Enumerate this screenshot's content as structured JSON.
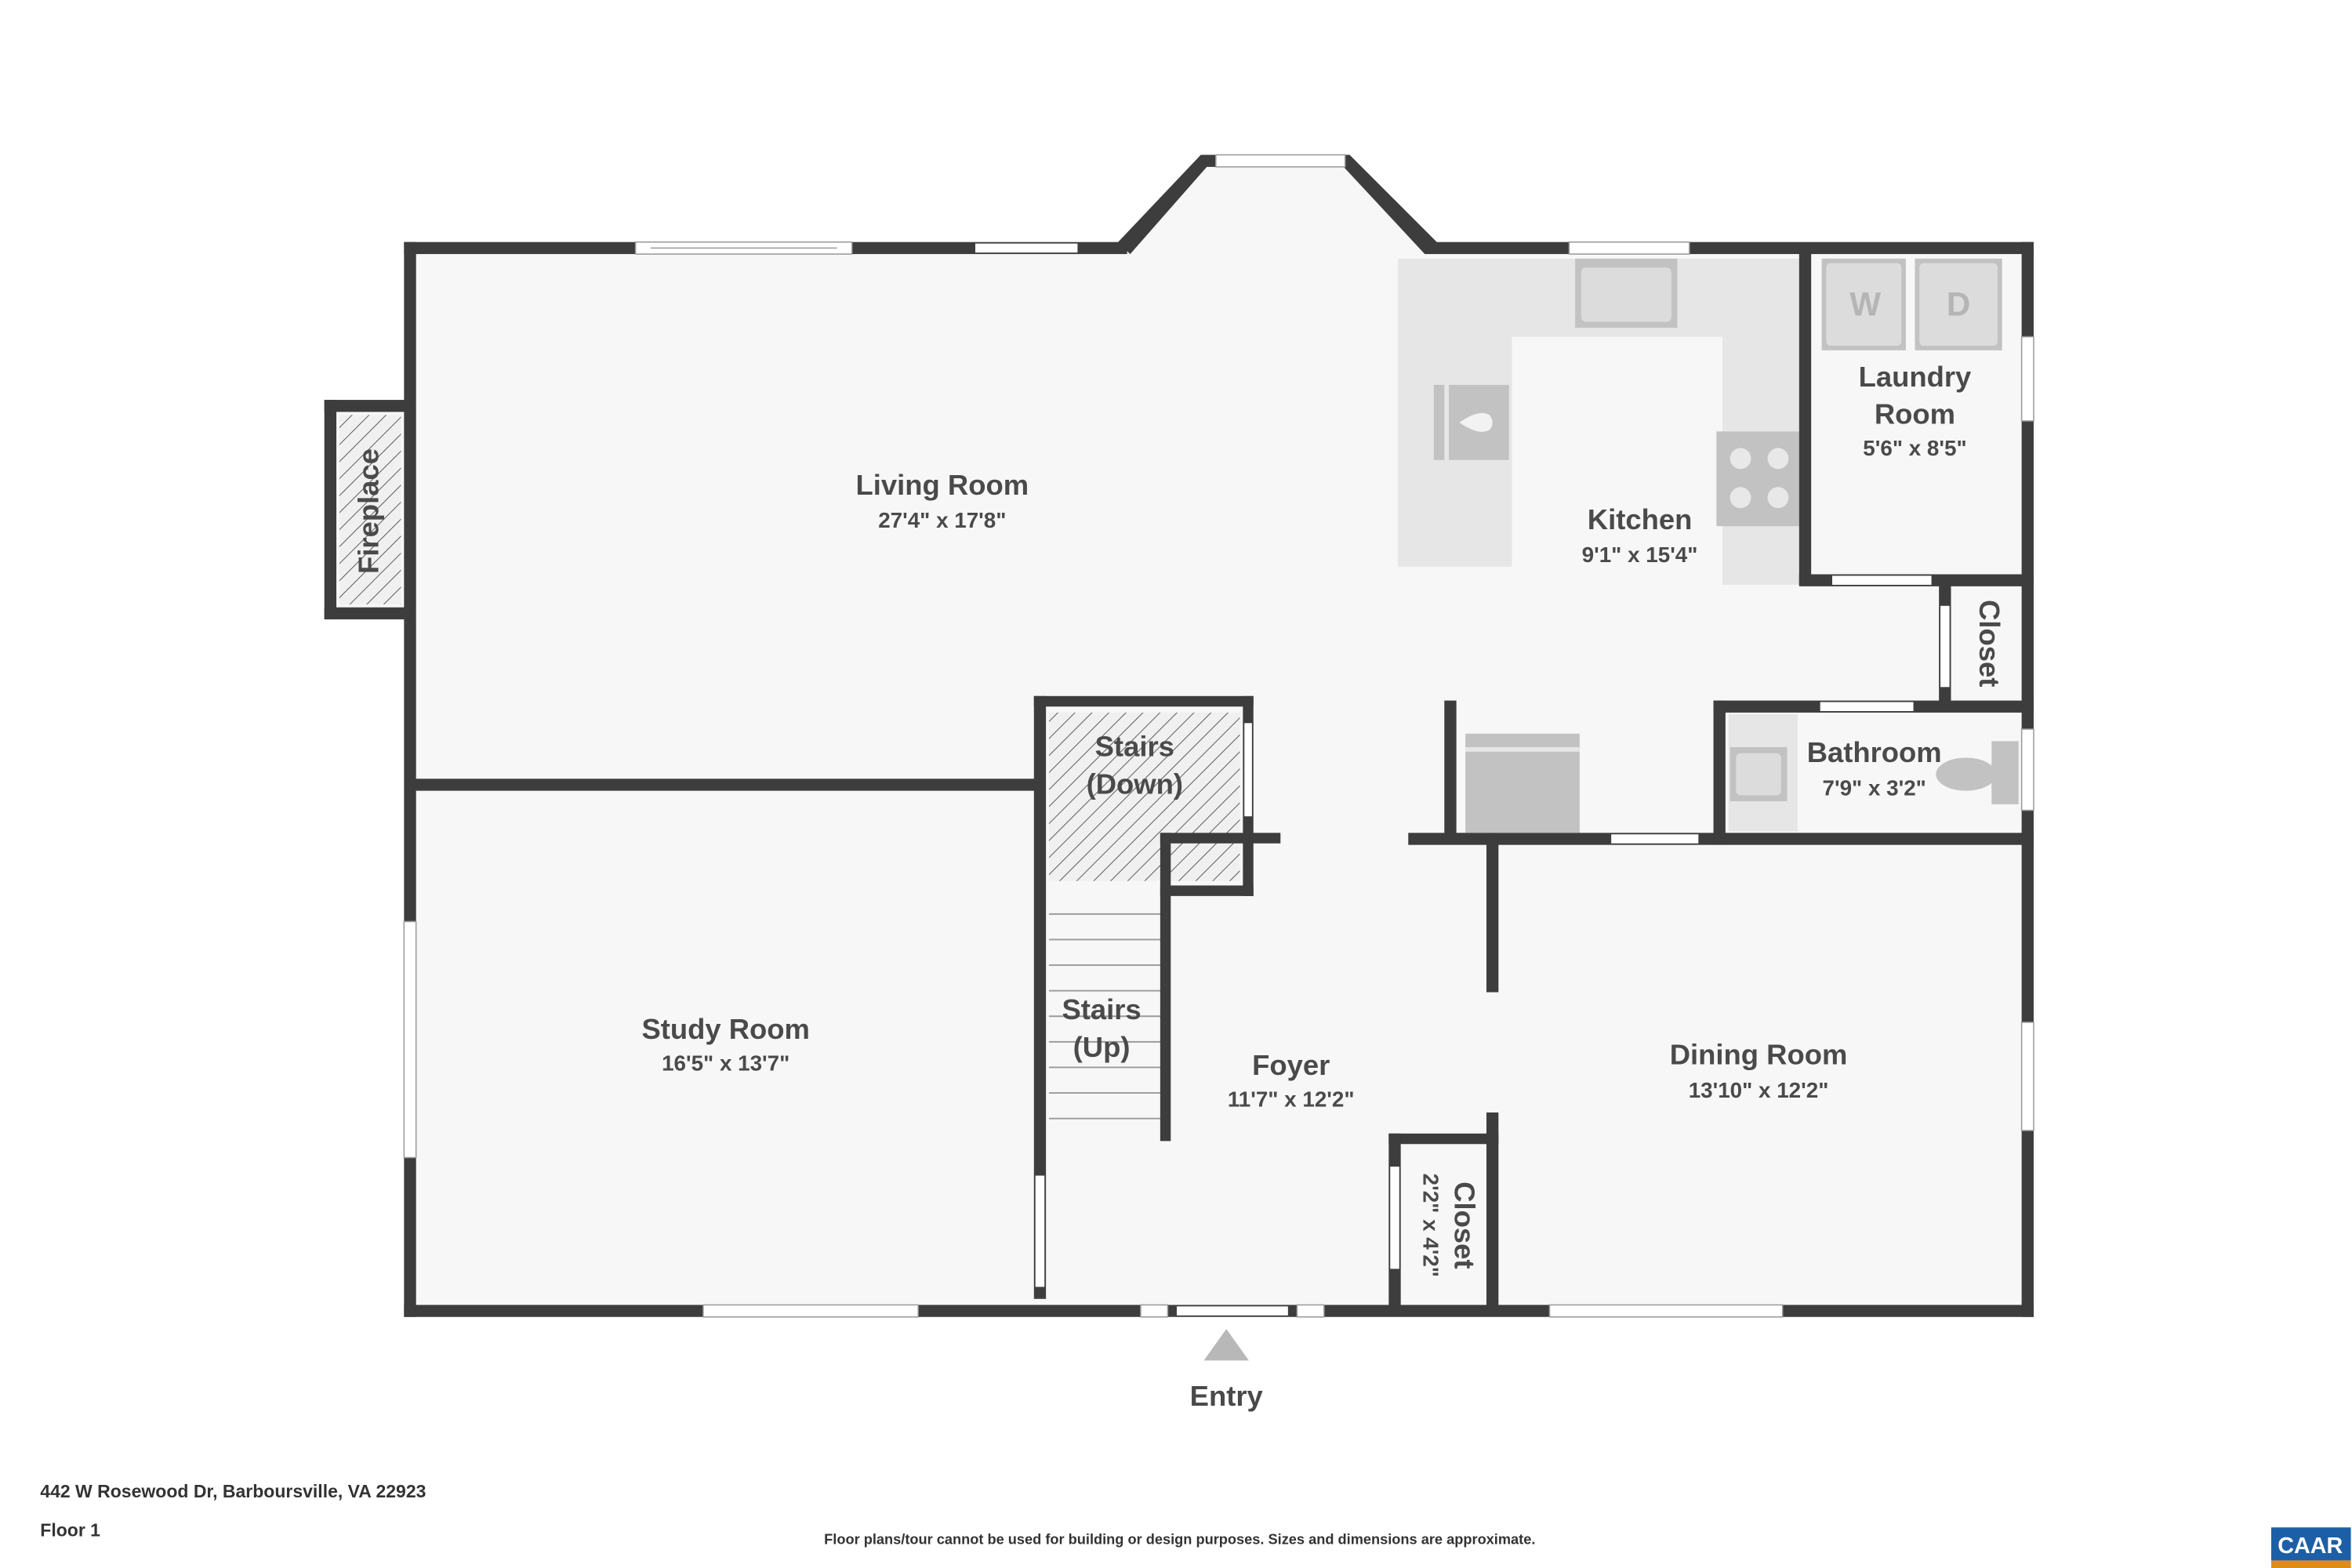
{
  "rooms": {
    "living": {
      "name": "Living Room",
      "dim": "27'4\" x 17'8\""
    },
    "kitchen": {
      "name": "Kitchen",
      "dim": "9'1\" x 15'4\""
    },
    "laundry": {
      "name1": "Laundry",
      "name2": "Room",
      "dim": "5'6\" x 8'5\""
    },
    "closet_upper": {
      "name": "Closet"
    },
    "bathroom": {
      "name": "Bathroom",
      "dim": "7'9\" x 3'2\""
    },
    "stairs_down": {
      "name1": "Stairs",
      "name2": "(Down)"
    },
    "stairs_up": {
      "name1": "Stairs",
      "name2": "(Up)"
    },
    "study": {
      "name": "Study Room",
      "dim": "16'5\" x 13'7\""
    },
    "foyer": {
      "name": "Foyer",
      "dim": "11'7\" x 12'2\""
    },
    "dining": {
      "name": "Dining Room",
      "dim": "13'10\" x 12'2\""
    },
    "closet_lower": {
      "name": "Closet",
      "dim": "2'2\" x 4'2\""
    },
    "fireplace": {
      "name": "Fireplace"
    }
  },
  "appliances": {
    "washer": "W",
    "dryer": "D"
  },
  "entry_label": "Entry",
  "footer": {
    "address": "442 W Rosewood Dr, Barboursville, VA 22923",
    "floor": "Floor 1",
    "disclaimer": "Floor plans/tour cannot be used for building or design purposes. Sizes and dimensions are approximate.",
    "logo": "CAAR"
  },
  "colors": {
    "wall": "#3d3d3d",
    "floor": "#f7f7f7",
    "fixture": "#c2c2c2",
    "logo_blue": "#1d5fa6",
    "logo_orange": "#e08a1e"
  }
}
